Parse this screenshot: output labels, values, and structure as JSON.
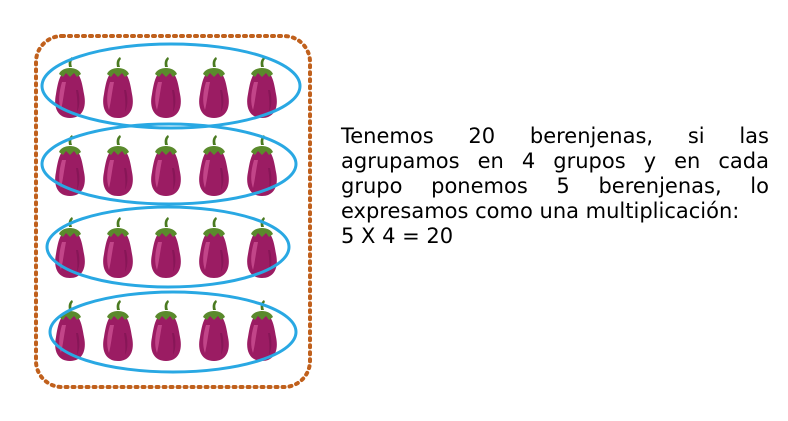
{
  "colors": {
    "frame_border": "#c0601c",
    "group_ellipse": "#29a8e3",
    "eggplant_body": "#9b1c63",
    "eggplant_highlight": "#c74a8d",
    "eggplant_cap": "#5a8a2c",
    "text": "#000000"
  },
  "illustration": {
    "groups": 4,
    "eggplants_per_group": 5,
    "eggplant_icon": "eggplant-icon",
    "grouping_shape": "ellipse",
    "frame_style": "dotted"
  },
  "text": {
    "line1": "Tenemos 20 berenjenas, si las",
    "line2": "agrupamos en 4 grupos y en cada",
    "line3": "grupo ponemos 5 berenjenas, lo",
    "line4": "expresamos como una multiplicación:",
    "equation": "5 X 4 = 20"
  }
}
